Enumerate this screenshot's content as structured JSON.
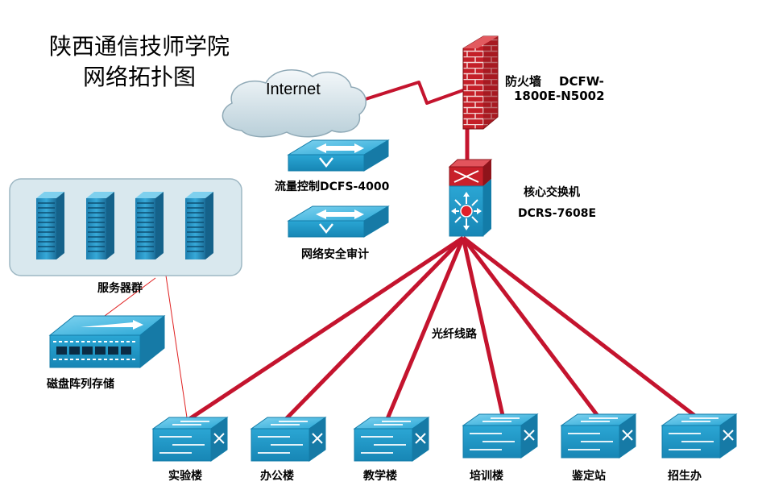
{
  "title": {
    "line1": "陕西通信技师学院",
    "line2": "网络拓扑图"
  },
  "internet": {
    "label": "Internet"
  },
  "firewall": {
    "name": "防火墙",
    "model_line1": "DCFW-",
    "model_line2": "1800E-N5002"
  },
  "flow_control": {
    "label": "流量控制DCFS-4000"
  },
  "security_audit": {
    "label": "网络安全审计"
  },
  "core_switch": {
    "name": "核心交换机",
    "model": "DCRS-7608E"
  },
  "server_group": {
    "label": "服务器群"
  },
  "storage": {
    "label": "磁盘阵列存储"
  },
  "fiber": {
    "label": "光纤线路"
  },
  "buildings": [
    {
      "label": "实验楼"
    },
    {
      "label": "办公楼"
    },
    {
      "label": "教学楼"
    },
    {
      "label": "培训楼"
    },
    {
      "label": "鉴定站"
    },
    {
      "label": "招生办"
    }
  ],
  "colors": {
    "link": "#c4142e",
    "thin_link": "#e02020",
    "switch_blue": "#1fa0cf",
    "firewall_red": "#c8202a",
    "cloud": "#d8e7ee",
    "server_panel": "#d9e8ee"
  }
}
